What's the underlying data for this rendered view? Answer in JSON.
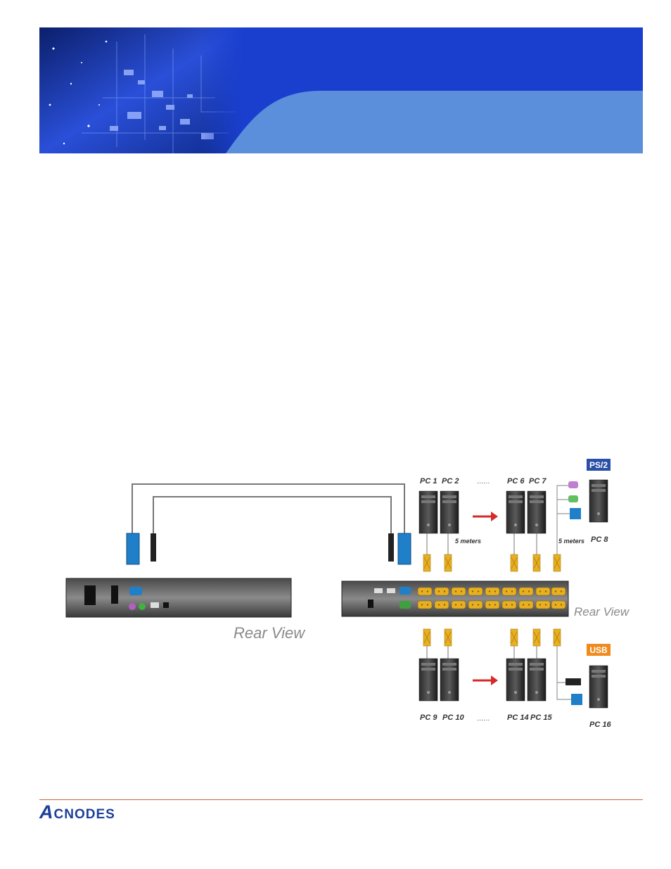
{
  "brand": {
    "logo_first": "A",
    "logo_rest": "CNODES",
    "logo_color": "#1d3f9a",
    "rule_color": "#c8643c"
  },
  "banner": {
    "primary_color": "#1a3fcf",
    "accent_color": "#5b8fdc"
  },
  "diagram": {
    "left_unit_label": "Rear View",
    "right_unit_label": "Rear View",
    "ps2_badge": "PS/2",
    "usb_badge": "USB",
    "cable_length_label_1": "5 meters",
    "cable_length_label_2": "5 meters",
    "ellipsis_top": "......",
    "ellipsis_bottom": "......",
    "pcs_top": [
      "PC 1",
      "PC 2",
      "PC 6",
      "PC 7",
      "PC 8"
    ],
    "pcs_bottom": [
      "PC 9",
      "PC 10",
      "PC 14",
      "PC 15",
      "PC 16"
    ],
    "colors": {
      "ps2_badge": "#2a4fa8",
      "usb_badge": "#f08a1c",
      "arrow": "#d62a2a",
      "cable_connector": "#e8b020",
      "vga_connector": "#1f7fc8"
    }
  }
}
